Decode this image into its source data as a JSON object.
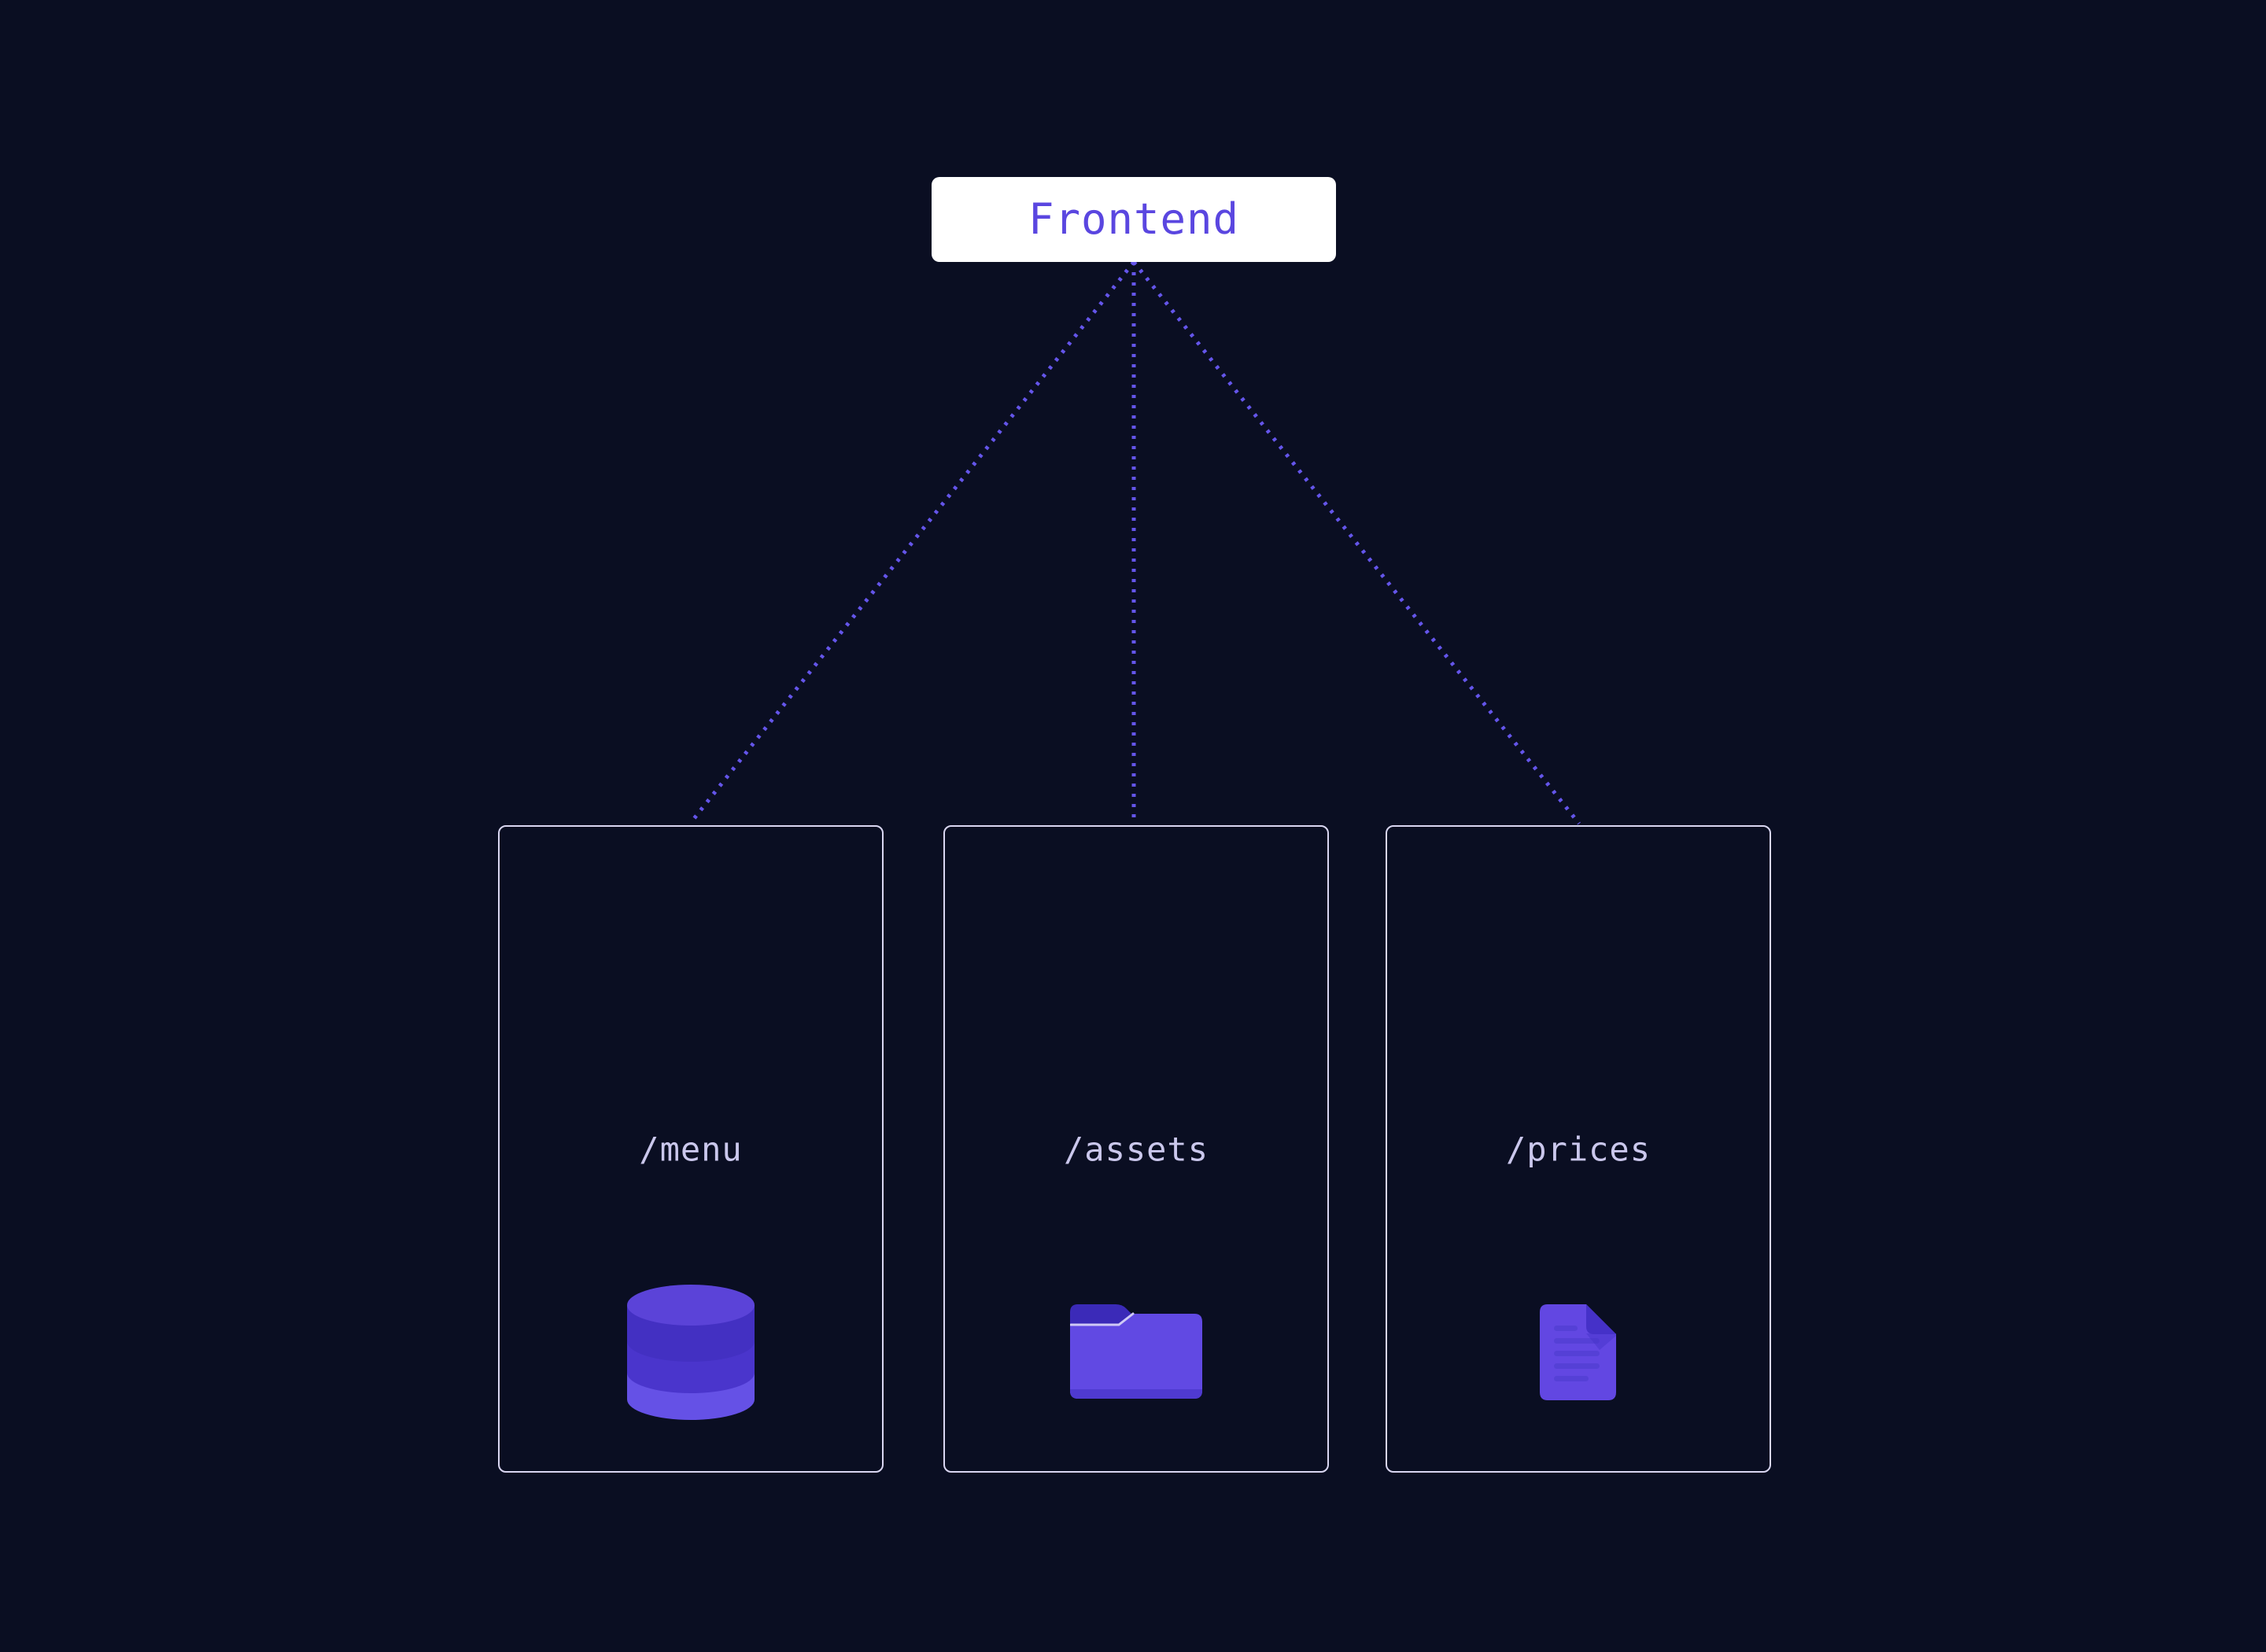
{
  "root": {
    "label": "Frontend"
  },
  "children": [
    {
      "route": "/menu",
      "icon": "database-icon"
    },
    {
      "route": "/assets",
      "icon": "folder-icon"
    },
    {
      "route": "/prices",
      "icon": "file-icon"
    }
  ],
  "colors": {
    "bg": "#0a0e22",
    "node-bg": "#ffffff",
    "accent-text": "#5a46e0",
    "dash": "#6455ea",
    "box-border": "#d9d6f1",
    "route-text": "#cac7ec",
    "icon-main": "#6149e3",
    "icon-dark": "#3b2ab8",
    "icon-mid": "#4a35cc",
    "icon-light": "#6551e6",
    "db-top": "#5b43d8",
    "db-upper": "#4330c2",
    "file-body": "#6247e2",
    "file-fold": "#4531c8",
    "file-line": "#5540d6",
    "folder-highlight": "#cfc9f5",
    "folder-bottom": "#4f3ad0"
  }
}
